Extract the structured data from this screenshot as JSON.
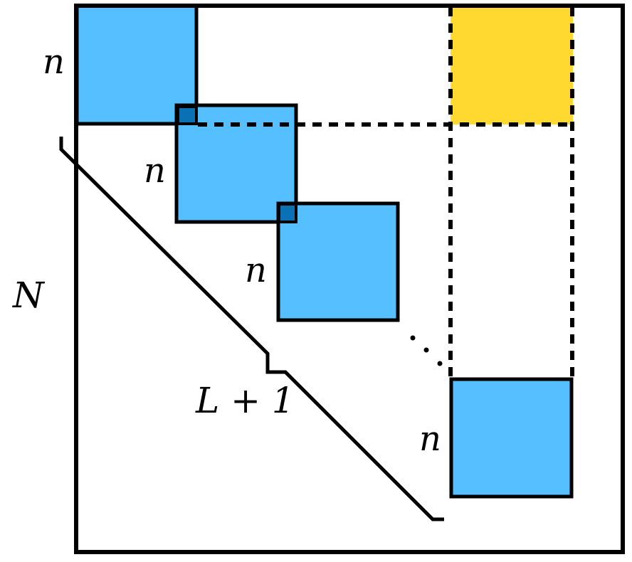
{
  "labels": {
    "matrix_size": "N",
    "block_size": "n",
    "bandwidth": "L + 1"
  },
  "colors": {
    "block_fill": "#56BFFF",
    "overlap_fill": "#0B71B5",
    "highlight_fill": "#FFD930",
    "stroke": "#000000",
    "background": "#FFFFFF"
  }
}
